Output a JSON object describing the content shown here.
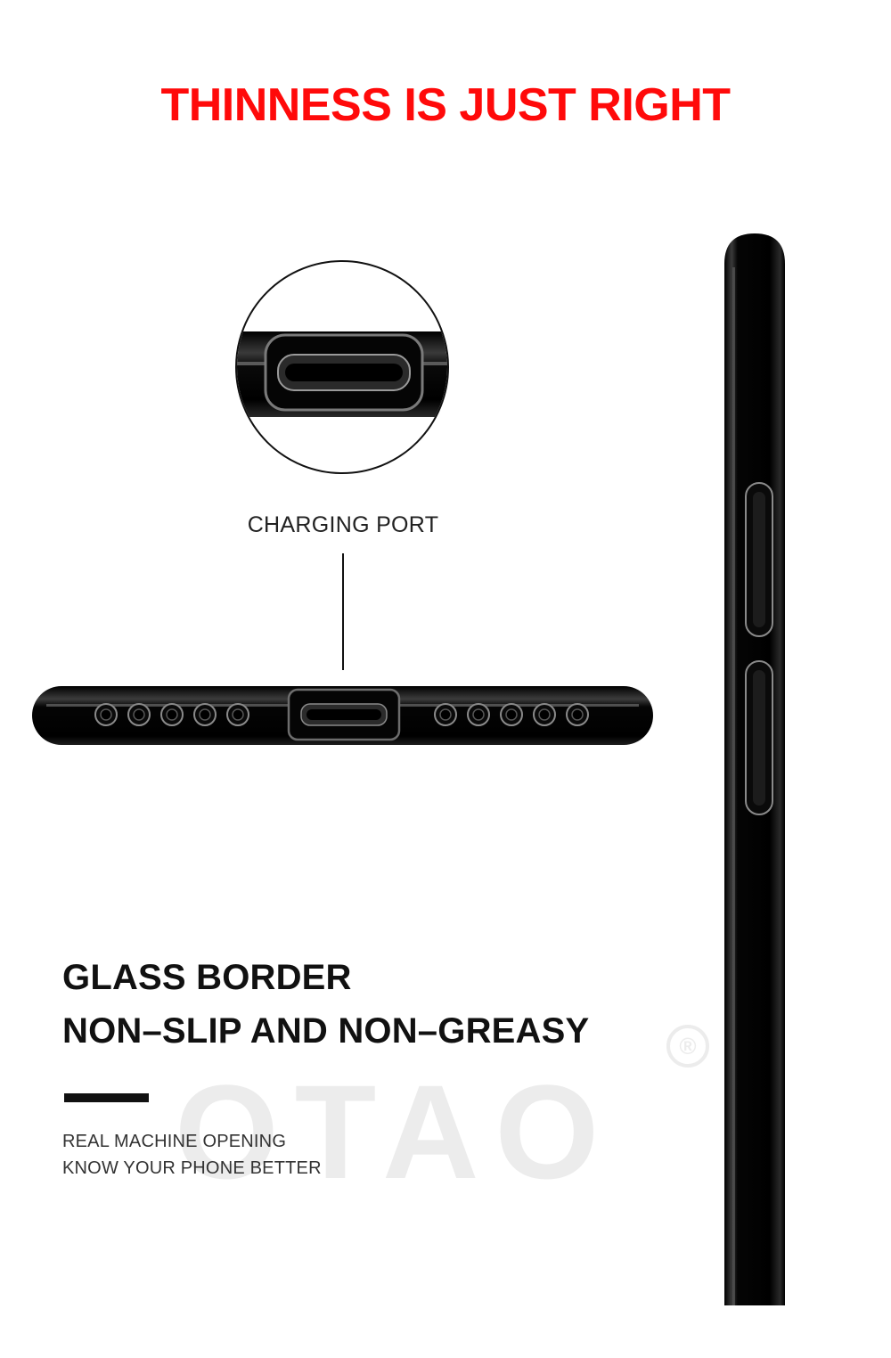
{
  "headline": "THINNESS IS JUST RIGHT",
  "callout": {
    "label": "CHARGING PORT"
  },
  "features": {
    "title_1": "GLASS BORDER",
    "title_2": "NON–SLIP AND NON–GREASY"
  },
  "subtext": {
    "line_1": "REAL MACHINE OPENING",
    "line_2": "KNOW YOUR PHONE BETTER"
  },
  "watermark": {
    "brand": "OTAO",
    "registered_symbol": "®"
  },
  "colors": {
    "headline": "#ff0a0a",
    "text": "#111111",
    "watermark": "#ececec",
    "case": "#0b0b0b"
  },
  "speaker_holes_per_side": 5
}
